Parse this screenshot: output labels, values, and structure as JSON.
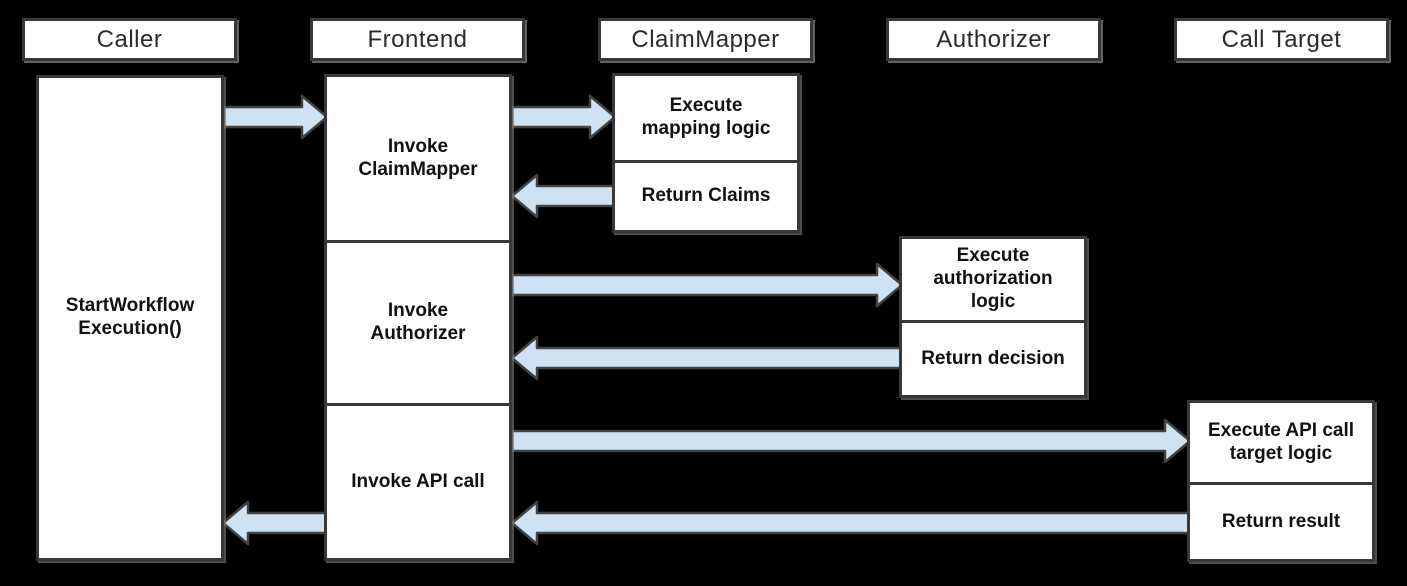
{
  "diagram": {
    "type": "sequence-diagram",
    "colors": {
      "background": "#000000",
      "box_fill": "#ffffff",
      "box_border": "#383838",
      "arrow_fill": "#cfe2f3",
      "arrow_stroke": "#424242",
      "text": "#111111"
    },
    "lanes": [
      {
        "label": "Caller"
      },
      {
        "label": "Frontend"
      },
      {
        "label": "ClaimMapper"
      },
      {
        "label": "Authorizer"
      },
      {
        "label": "Call Target"
      }
    ],
    "activities": {
      "caller_start": "StartWorkflow\nExecution()",
      "frontend_invoke_claimmapper": "Invoke\nClaimMapper",
      "frontend_invoke_authorizer": "Invoke\nAuthorizer",
      "frontend_invoke_api_call": "Invoke API call",
      "claimmapper_execute": "Execute\nmapping logic",
      "claimmapper_return": "Return Claims",
      "authorizer_execute": "Execute\nauthorization\nlogic",
      "authorizer_return": "Return decision",
      "calltarget_execute": "Execute API call\ntarget logic",
      "calltarget_return": "Return result"
    },
    "flows": [
      {
        "from": "Caller",
        "to": "Frontend"
      },
      {
        "from": "Frontend",
        "to": "ClaimMapper"
      },
      {
        "from": "ClaimMapper",
        "to": "Frontend"
      },
      {
        "from": "Frontend",
        "to": "Authorizer"
      },
      {
        "from": "Authorizer",
        "to": "Frontend"
      },
      {
        "from": "Frontend",
        "to": "Call Target"
      },
      {
        "from": "Call Target",
        "to": "Frontend"
      },
      {
        "from": "Frontend",
        "to": "Caller"
      }
    ]
  }
}
